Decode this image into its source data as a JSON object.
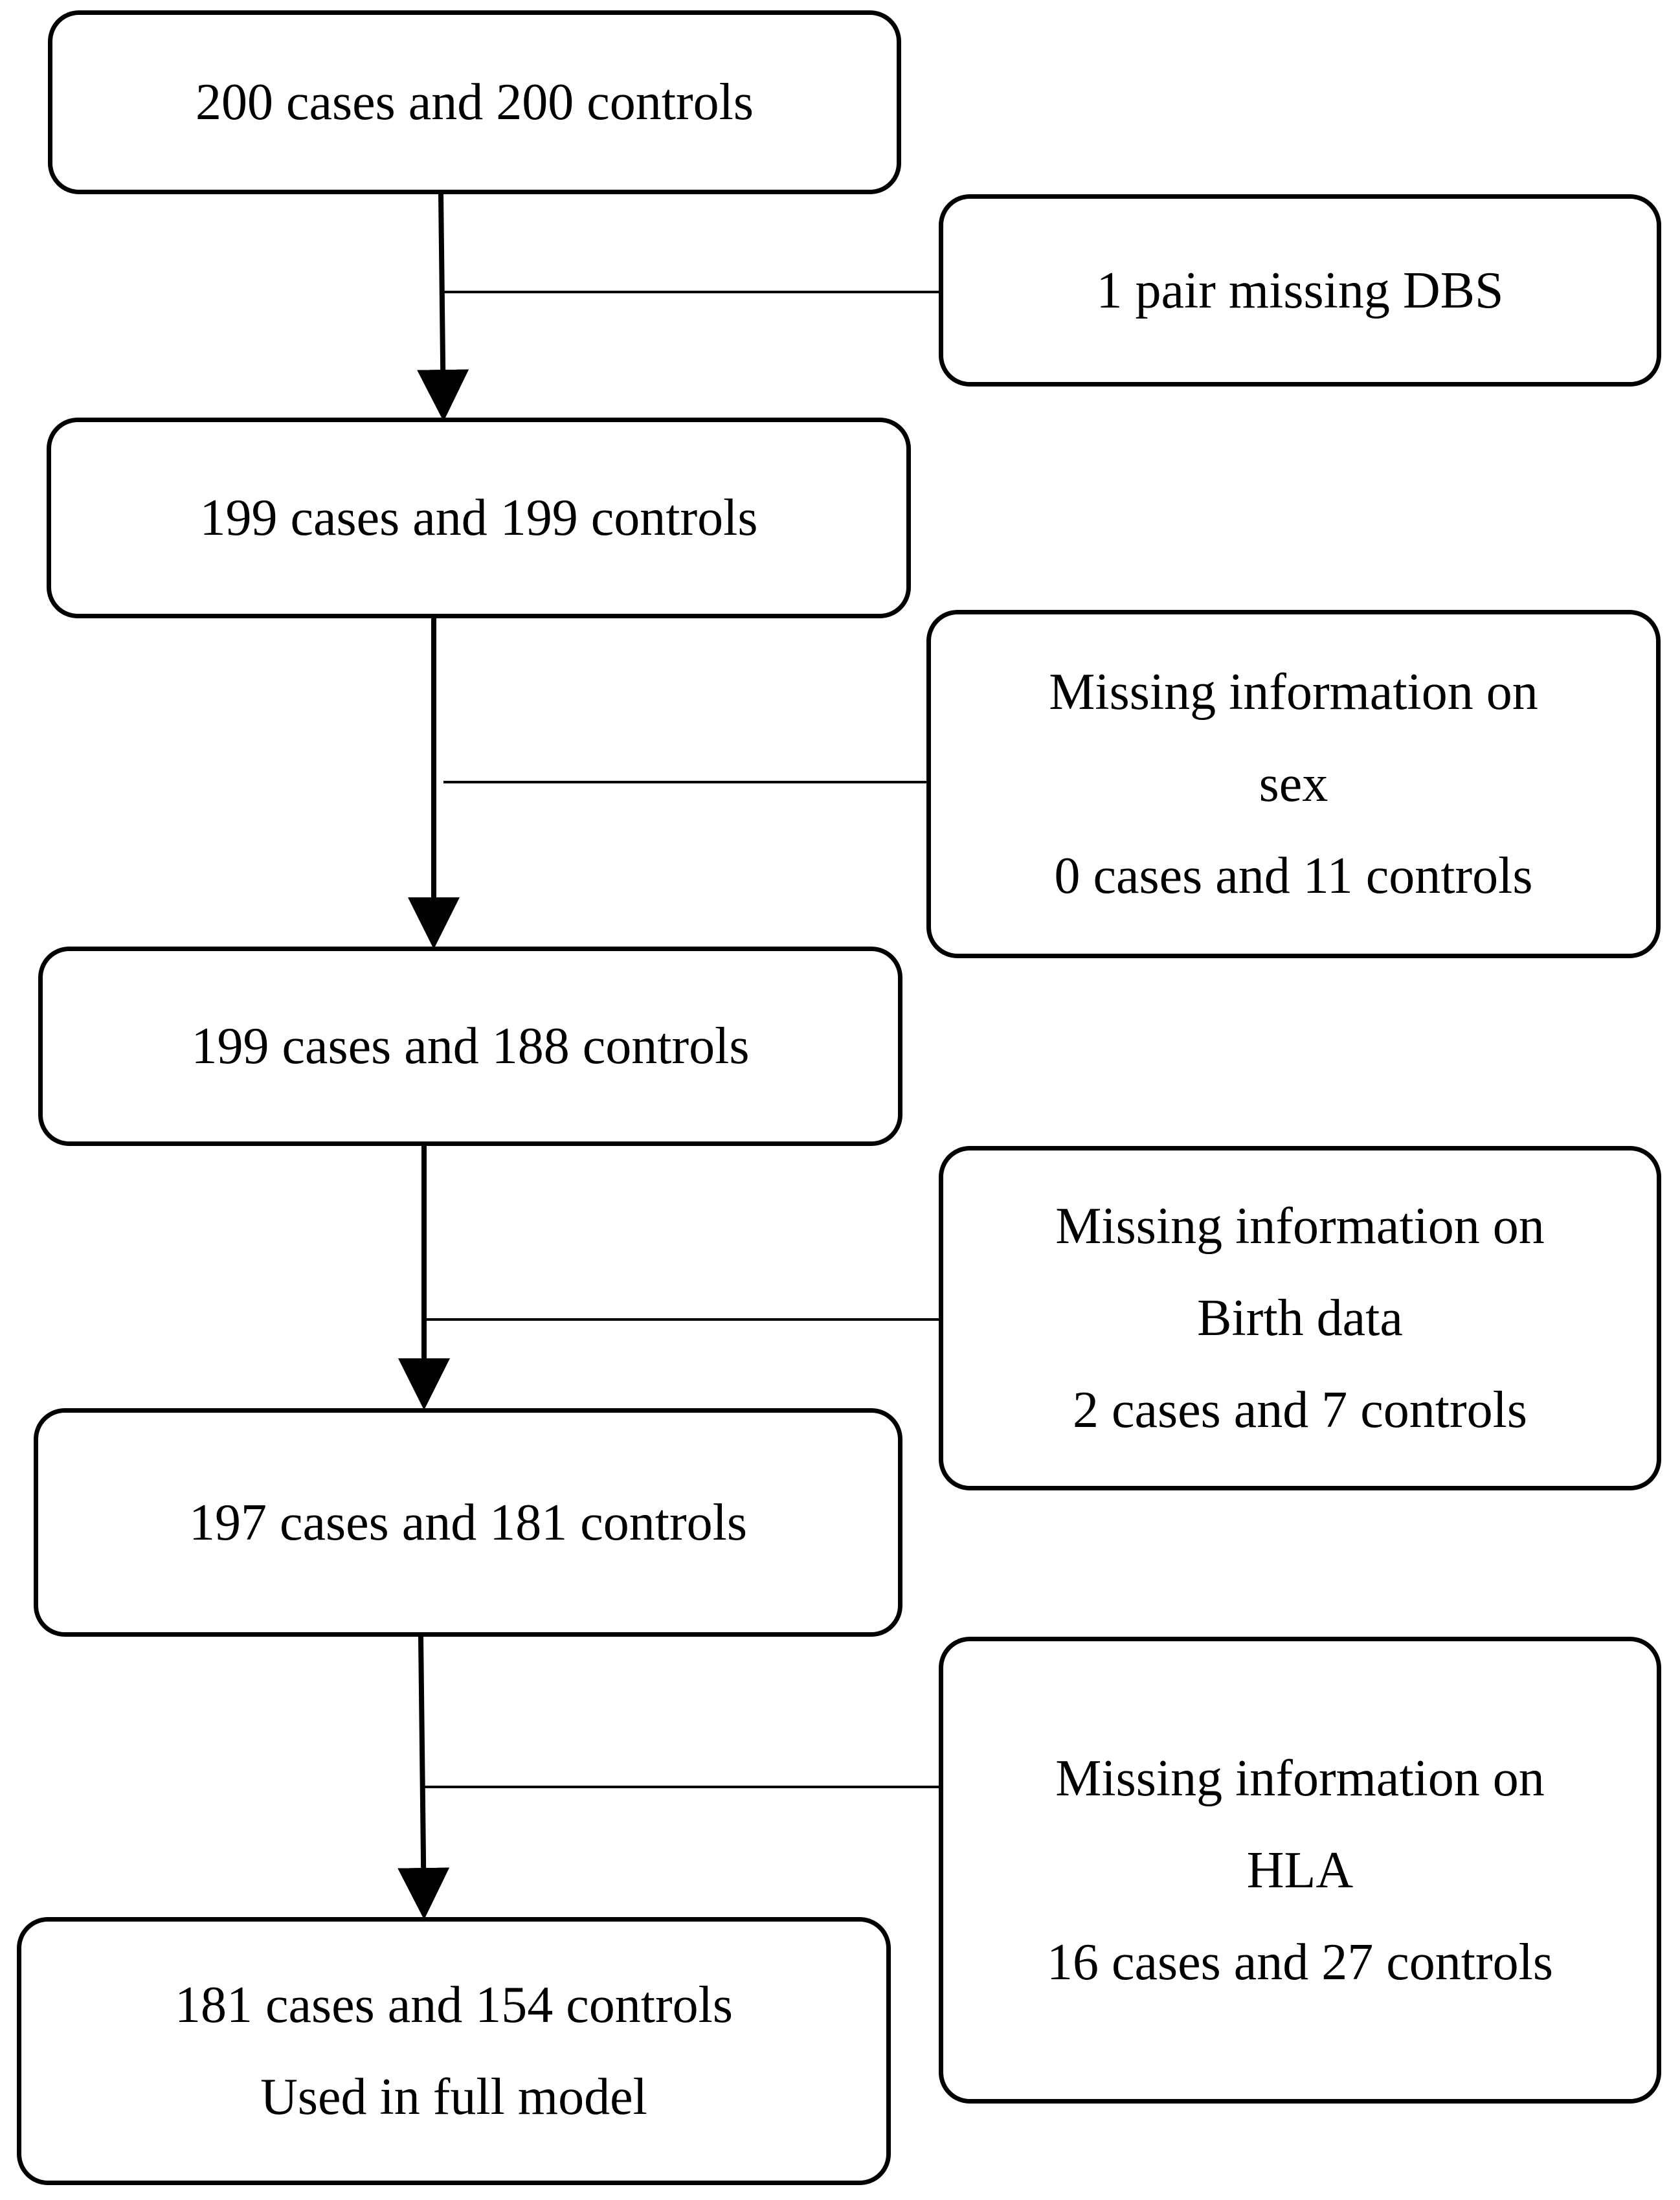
{
  "flow_steps": [
    {
      "id": "step-1",
      "lines": [
        "200 cases and 200 controls"
      ]
    },
    {
      "id": "step-2",
      "lines": [
        "199 cases and 199 controls"
      ]
    },
    {
      "id": "step-3",
      "lines": [
        "199 cases and 188 controls"
      ]
    },
    {
      "id": "step-4",
      "lines": [
        "197 cases and 181 controls"
      ]
    },
    {
      "id": "step-5",
      "lines": [
        "181 cases and 154 controls",
        "Used in full model"
      ]
    }
  ],
  "exclusions": [
    {
      "id": "exclusion-1",
      "lines": [
        "1 pair missing DBS"
      ]
    },
    {
      "id": "exclusion-2",
      "lines": [
        "Missing information on",
        "sex",
        "0 cases and 11 controls"
      ]
    },
    {
      "id": "exclusion-3",
      "lines": [
        "Missing information on",
        "Birth data",
        "2 cases and 7 controls"
      ]
    },
    {
      "id": "exclusion-4",
      "lines": [
        "Missing information on",
        "HLA",
        "16 cases and 27 controls"
      ]
    }
  ],
  "edges": [
    {
      "from": "step-1",
      "to": "step-2",
      "type": "arrow",
      "branch": "exclusion-1"
    },
    {
      "from": "step-2",
      "to": "step-3",
      "type": "arrow",
      "branch": "exclusion-2"
    },
    {
      "from": "step-3",
      "to": "step-4",
      "type": "arrow",
      "branch": "exclusion-3"
    },
    {
      "from": "step-4",
      "to": "step-5",
      "type": "arrow",
      "branch": "exclusion-4"
    }
  ]
}
